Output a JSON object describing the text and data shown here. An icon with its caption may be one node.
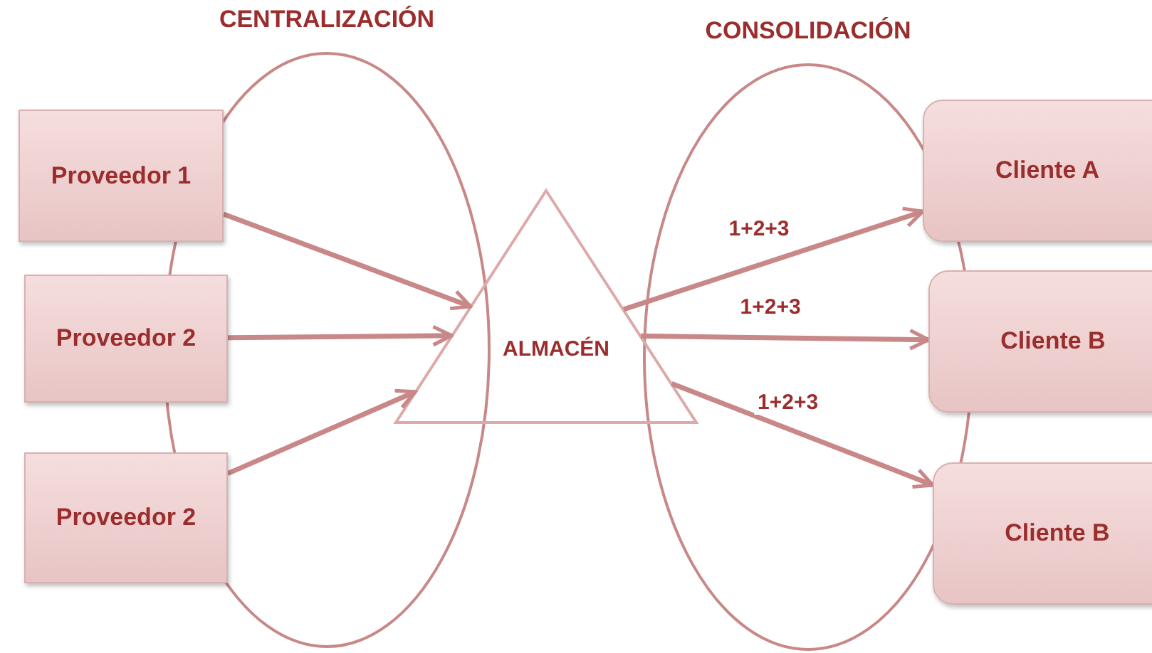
{
  "diagram": {
    "nodes": [
      {
        "text": [
          "Proveedor 1"
        ]
      },
      {
        "text": [
          "Proveedor 2"
        ]
      },
      {
        "text": [
          "Proveedor 2"
        ]
      },
      {
        "text": [
          "ALMACÉN"
        ]
      },
      {
        "text": [
          "Cliente A"
        ]
      },
      {
        "text": [
          "Cliente B"
        ]
      },
      {
        "text": [
          "Cliente B"
        ]
      }
    ],
    "edges": [
      {
        "from": 0,
        "to": 3,
        "arrow": "to"
      },
      {
        "from": 1,
        "to": 3,
        "arrow": "to"
      },
      {
        "from": 2,
        "to": 3,
        "arrow": "to"
      },
      {
        "from": 3,
        "to": 4,
        "arrow": "to",
        "label": "1+2+3"
      },
      {
        "from": 3,
        "to": 5,
        "arrow": "to",
        "label": "1+2+3"
      },
      {
        "from": 3,
        "to": 6,
        "arrow": "to",
        "label": "1+2+3"
      }
    ],
    "labels": [
      "CENTRALIZACIÓN",
      "CONSOLIDACIÓN"
    ]
  }
}
